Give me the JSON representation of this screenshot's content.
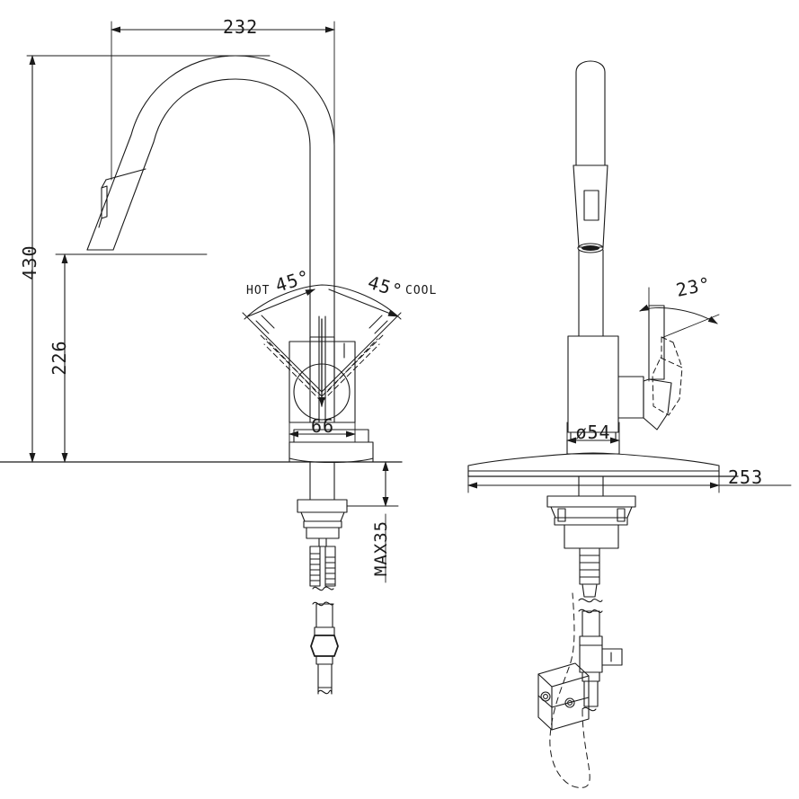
{
  "drawing": {
    "title": "Kitchen pull-down faucet dimensional drawing",
    "units": "mm",
    "line_color": "#1a1a1a",
    "background": "#ffffff",
    "views": [
      {
        "name": "front-elevation",
        "position": "left"
      },
      {
        "name": "side-elevation",
        "position": "right"
      }
    ]
  },
  "dimensions": {
    "spout_reach": "232",
    "overall_height": "430",
    "spout_height": "226",
    "body_width": "66",
    "max_deck_thickness": "MAX35",
    "base_diameter": "ø54",
    "escutcheon_width": "253"
  },
  "annotations": {
    "hot_label": "HOT",
    "hot_angle": "45°",
    "cool_angle": "45°",
    "cool_label": "COOL",
    "lever_angle": "23°"
  }
}
